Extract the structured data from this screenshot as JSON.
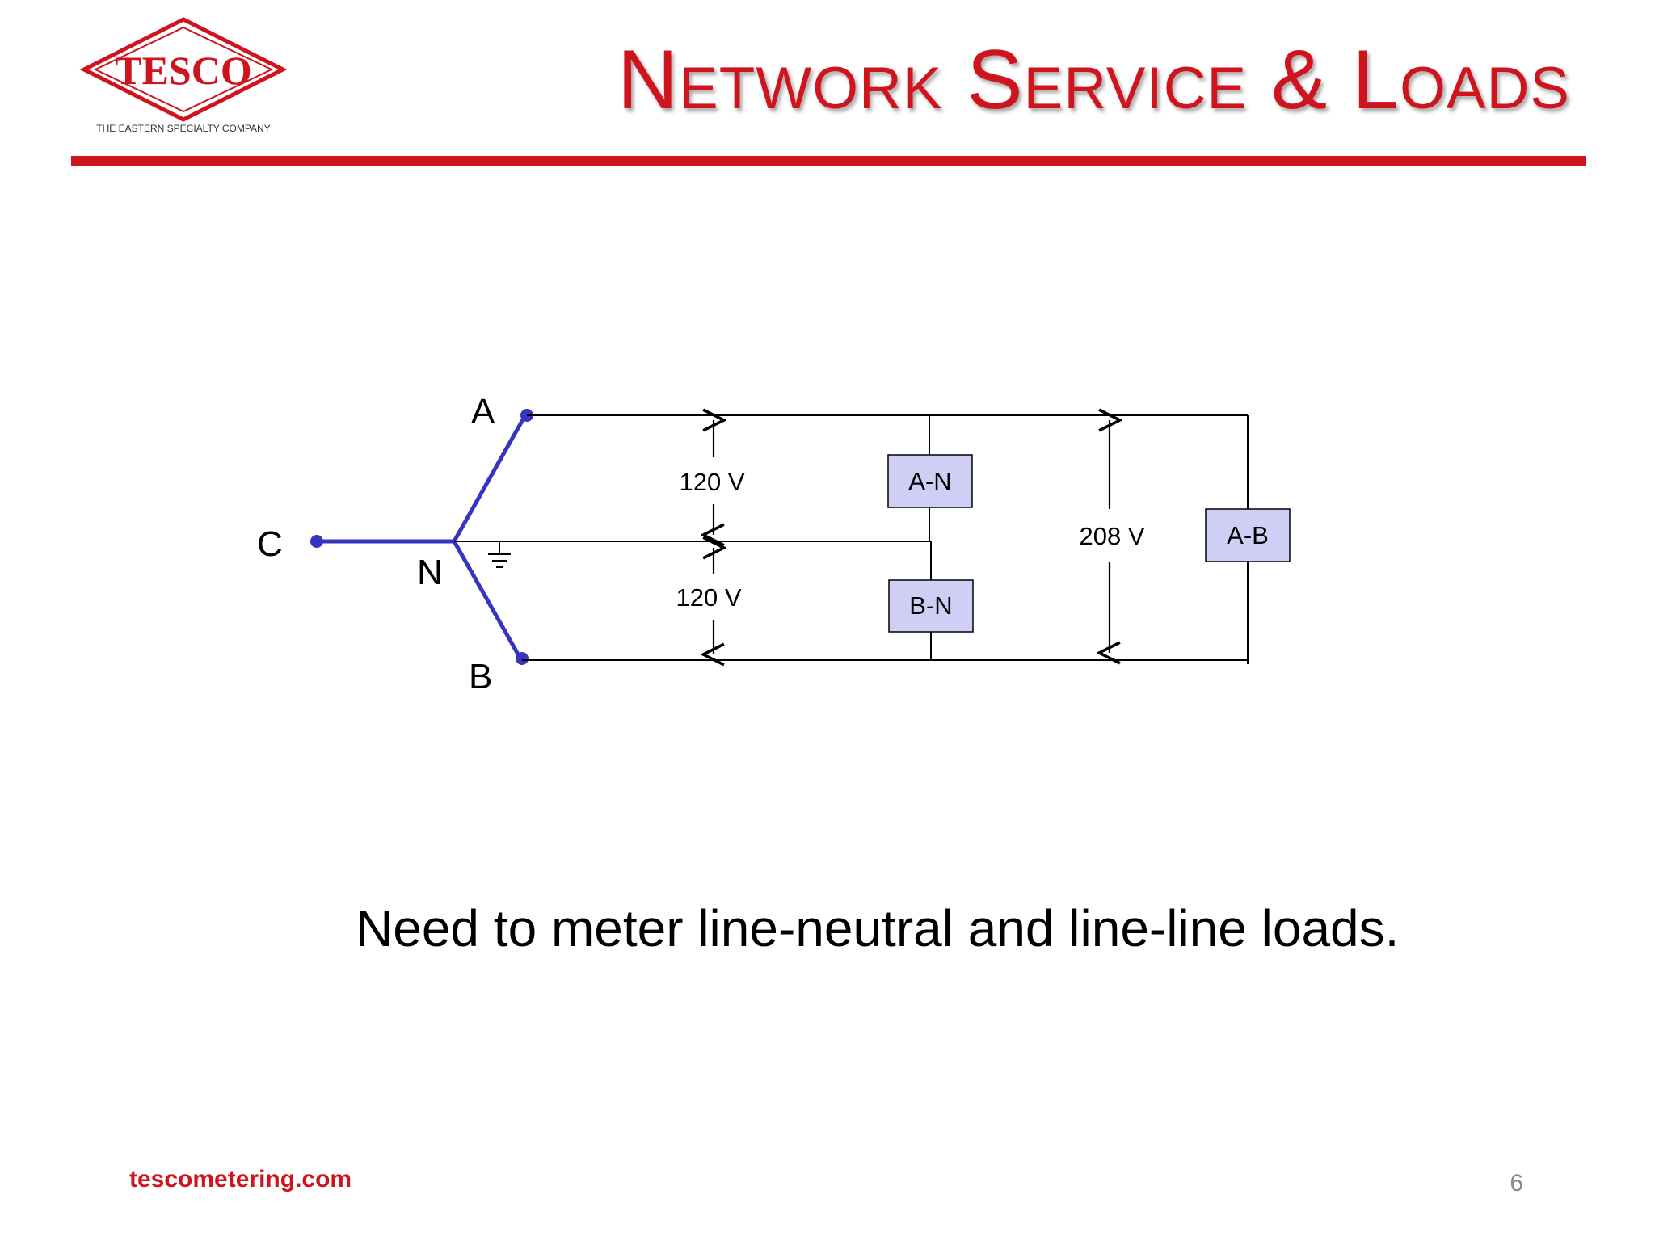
{
  "header": {
    "title": "Network Service & Loads",
    "logo_text": "TESCO",
    "logo_tagline": "THE EASTERN SPECIALTY COMPANY"
  },
  "diagram": {
    "nodes": {
      "a": "A",
      "b": "B",
      "c": "C",
      "n": "N"
    },
    "voltages": {
      "an": "120 V",
      "bn": "120 V",
      "ab": "208 V"
    },
    "loads": {
      "an": "A-N",
      "bn": "B-N",
      "ab": "A-B"
    }
  },
  "caption": "Need to meter line-neutral and line-line loads.",
  "footer": {
    "url": "tescometering.com",
    "page_number": "6"
  },
  "colors": {
    "brand_red": "#d0141e",
    "phase_blue": "#3535c0",
    "load_fill": "#cfcff6"
  }
}
